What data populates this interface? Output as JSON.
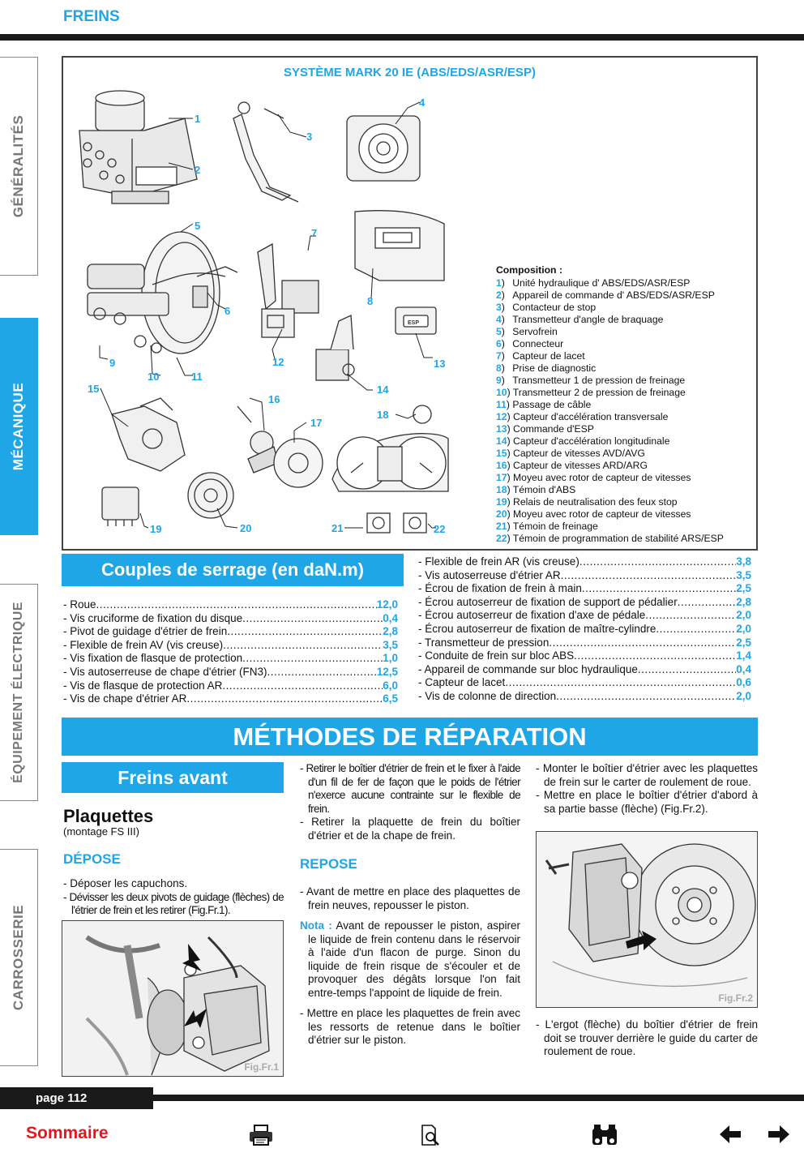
{
  "header": {
    "title": "FREINS"
  },
  "side_tabs": [
    {
      "label": "GÉNÉRALITÉS",
      "active": false
    },
    {
      "label": "MÉCANIQUE",
      "active": true
    },
    {
      "label": "ÉQUIPEMENT ÉLECTRIQUE",
      "active": false
    },
    {
      "label": "CARROSSERIE",
      "active": false
    }
  ],
  "figure": {
    "title": "SYSTÈME MARK 20 IE (ABS/EDS/ASR/ESP)",
    "callouts": [
      "1",
      "2",
      "3",
      "4",
      "5",
      "6",
      "7",
      "8",
      "9",
      "10",
      "11",
      "12",
      "13",
      "14",
      "15",
      "16",
      "17",
      "18",
      "19",
      "20",
      "21",
      "22"
    ],
    "composition_title": "Composition :",
    "composition": [
      {
        "n": "1",
        "label": "Unité hydraulique d' ABS/EDS/ASR/ESP"
      },
      {
        "n": "2",
        "label": "Appareil de commande d' ABS/EDS/ASR/ESP"
      },
      {
        "n": "3",
        "label": "Contacteur de stop"
      },
      {
        "n": "4",
        "label": "Transmetteur d'angle de braquage"
      },
      {
        "n": "5",
        "label": "Servofrein"
      },
      {
        "n": "6",
        "label": "Connecteur"
      },
      {
        "n": "7",
        "label": "Capteur de lacet"
      },
      {
        "n": "8",
        "label": "Prise de diagnostic"
      },
      {
        "n": "9",
        "label": "Transmetteur 1 de pression de freinage"
      },
      {
        "n": "10",
        "label": "Transmetteur 2 de pression de freinage"
      },
      {
        "n": "11",
        "label": "Passage de câble"
      },
      {
        "n": "12",
        "label": "Capteur d'accélération transversale"
      },
      {
        "n": "13",
        "label": "Commande d'ESP"
      },
      {
        "n": "14",
        "label": "Capteur d'accélération longitudinale"
      },
      {
        "n": "15",
        "label": "Capteur de vitesses AVD/AVG"
      },
      {
        "n": "16",
        "label": "Capteur de vitesses ARD/ARG"
      },
      {
        "n": "17",
        "label": "Moyeu avec rotor de capteur de vitesses"
      },
      {
        "n": "18",
        "label": "Témoin d'ABS"
      },
      {
        "n": "19",
        "label": "Relais de neutralisation des feux stop"
      },
      {
        "n": "20",
        "label": "Moyeu avec rotor de capteur de vitesses"
      },
      {
        "n": "21",
        "label": "Témoin de freinage"
      },
      {
        "n": "22",
        "label": "Témoin de programmation de stabilité ARS/ESP"
      }
    ],
    "esp_label": "ESP"
  },
  "couples": {
    "title": "Couples de serrage (en daN.m)",
    "left": [
      {
        "label": "- Roue",
        "value": "12,0"
      },
      {
        "label": "- Vis cruciforme de fixation du disque",
        "value": "0,4"
      },
      {
        "label": "- Pivot de guidage d'étrier de frein",
        "value": "2,8"
      },
      {
        "label": "- Flexible de frein AV (vis creuse)",
        "value": "3,5"
      },
      {
        "label": "- Vis fixation de flasque de protection",
        "value": "1,0"
      },
      {
        "label": "- Vis autoserreuse de chape d'étrier (FN3)",
        "value": "12,5"
      },
      {
        "label": "- Vis de flasque de protection AR",
        "value": "6,0"
      },
      {
        "label": "- Vis de chape d'étrier AR",
        "value": "6,5"
      }
    ],
    "right": [
      {
        "label": "- Flexible de frein AR (vis creuse)",
        "value": "3,8"
      },
      {
        "label": "- Vis autoserreuse d'étrier AR",
        "value": "3,5"
      },
      {
        "label": "- Écrou de fixation de frein à main",
        "value": "2,5"
      },
      {
        "label": "- Écrou autoserreur de fixation de support de pédalier",
        "value": "2,8"
      },
      {
        "label": "- Écrou autoserreur de fixation d'axe de pédale",
        "value": "2,0"
      },
      {
        "label": "- Écrou autoserreur de fixation de maître-cylindre",
        "value": "2,0"
      },
      {
        "label": "- Transmetteur de pression",
        "value": "2,5"
      },
      {
        "label": "- Conduite de frein sur bloc ABS",
        "value": "1,4"
      },
      {
        "label": "- Appareil de commande sur bloc hydraulique",
        "value": "0,4"
      },
      {
        "label": "- Capteur de lacet",
        "value": "0,6"
      },
      {
        "label": "- Vis de colonne de direction",
        "value": "2,0"
      }
    ]
  },
  "methods": {
    "title": "MÉTHODES DE RÉPARATION",
    "section": "Freins avant",
    "subsection": "Plaquettes",
    "subsection_note": "(montage FS III)",
    "depose_title": "DÉPOSE",
    "depose": [
      "- Déposer les capuchons.",
      "- Dévisser les deux pivots de guidage (flèches) de l'étrier de frein et les retirer (Fig.Fr.1)."
    ],
    "col2_top": [
      "- Retirer le boîtier d'étrier de frein et le fixer à l'aide d'un fil de fer de façon que le poids de l'étrier n'exerce aucune contrainte sur le flexible de frein.",
      "- Retirer la plaquette de frein du boîtier d'étrier et de la chape de frein."
    ],
    "repose_title": "REPOSE",
    "repose_1": "- Avant de mettre en place des plaquettes de frein neuves, repousser le piston.",
    "nota_label": "Nota :",
    "nota_text": "Avant de repousser le piston, aspirer le liquide de frein contenu dans le réservoir à l'aide d'un flacon de purge. Sinon du liquide de frein risque de s'écouler et de provoquer des dégâts lorsque l'on fait entre-temps l'appoint de liquide de frein.",
    "repose_2": "- Mettre en place les plaquettes de frein avec les ressorts de retenue dans le boîtier d'étrier sur le piston.",
    "col3_top": [
      "- Monter le boîtier d'étrier avec les plaquettes de frein sur le carter de roulement de roue.",
      "- Mettre en place le boîtier d'étrier d'abord à sa partie basse (flèche) (Fig.Fr.2)."
    ],
    "col3_bottom": "- L'ergot (flèche) du boîtier d'étrier de frein doit se trouver derrière le guide du carter de roulement de roue.",
    "fig1_label": "Fig.Fr.1",
    "fig2_label": "Fig.Fr.2"
  },
  "footer": {
    "page": "page 112",
    "sommaire": "Sommaire"
  }
}
